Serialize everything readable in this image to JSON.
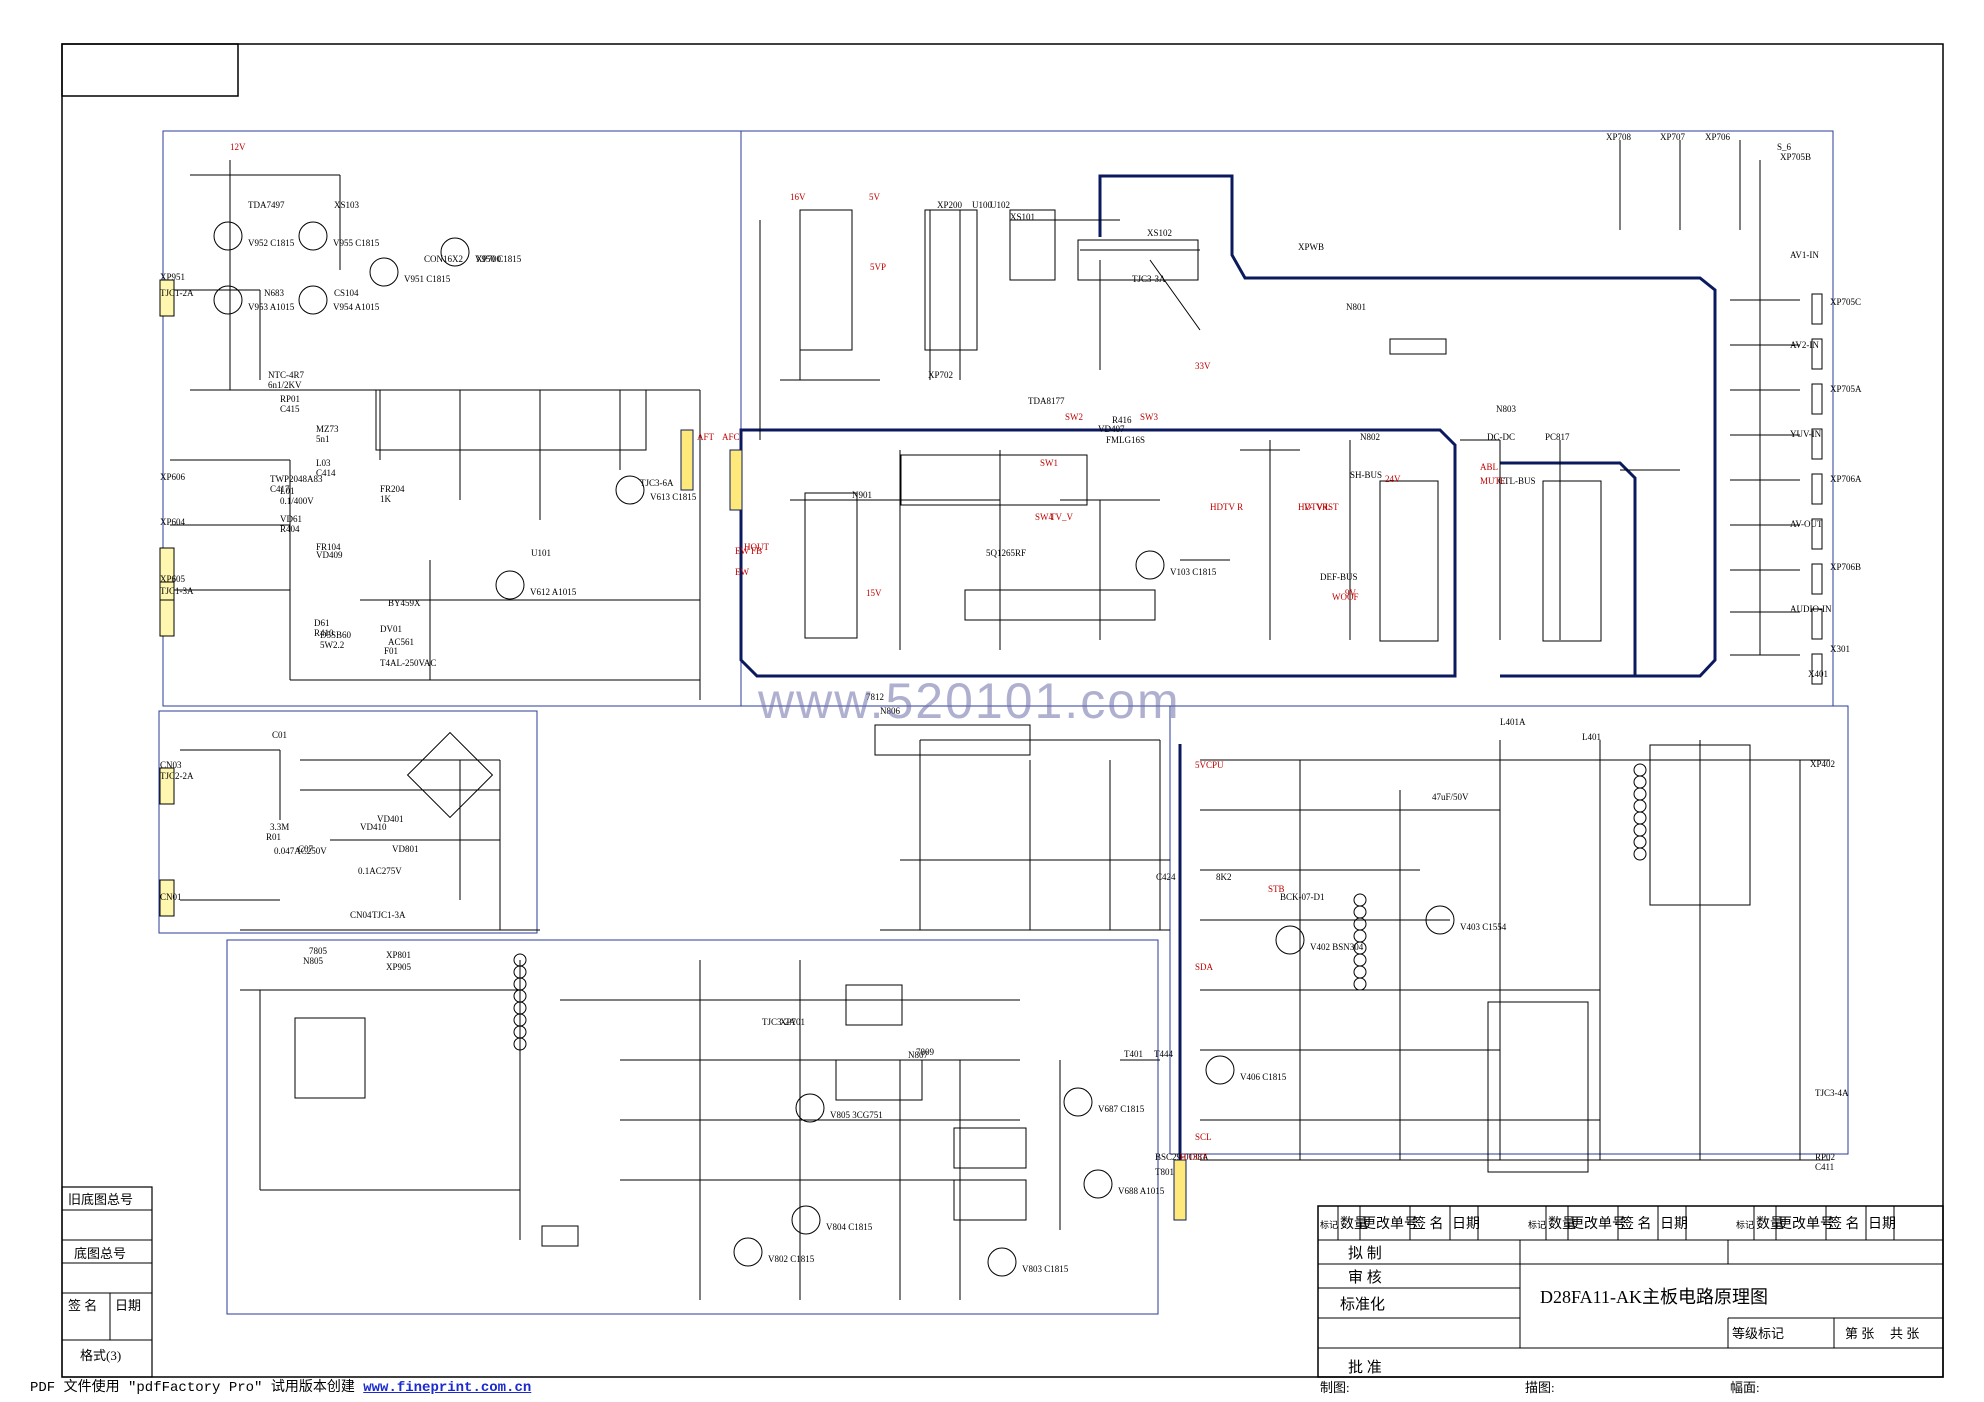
{
  "title_block": {
    "drawing_title": "D28FA11-AK主板电路原理图",
    "revision_headers": [
      "标记",
      "数量",
      "更改单号",
      "签 名",
      "日期"
    ],
    "rows": [
      "拟 制",
      "审 核",
      "标准化",
      "批 准"
    ],
    "grade_headers": [
      "等级标记",
      "第 张",
      "共 张"
    ],
    "bottom": [
      "制图:",
      "描图:",
      "幅面:"
    ]
  },
  "left_block": {
    "old_no": "旧底图总号",
    "base_no": "底图总号",
    "sign": "签 名",
    "date": "日期",
    "format": "格式(3)"
  },
  "watermark": "www.520101.com",
  "footer": {
    "prefix": "PDF 文件使用 \"pdfFactory Pro\" 试用版本创建 ",
    "link": "www.fineprint.com.cn"
  },
  "components": {
    "ics": [
      "TDA7497",
      "N683",
      "XS103",
      "CS104",
      "CON16X2",
      "XP700",
      "TJC3-6A",
      "U101",
      "XP200",
      "U100",
      "XP702",
      "U102",
      "XS101",
      "XS102",
      "XPWB",
      "TJC3-3A",
      "N801",
      "TDA8177",
      "N901",
      "5Q1265RF",
      "N802",
      "PC817",
      "N803",
      "DC-DC",
      "N805",
      "7805",
      "N806",
      "7812",
      "N807",
      "7809",
      "T401",
      "T444",
      "BSC29-0138A",
      "T801",
      "BCK-07-D1"
    ],
    "connectors": [
      "XP951",
      "TJC1-2A",
      "XP606",
      "XP604",
      "XP605",
      "TJC1-3A",
      "CN03",
      "TJC2-2A",
      "CN01",
      "CN04",
      "TJC1-3A",
      "XP801",
      "XP905",
      "TJC3-2A",
      "XP701",
      "XP708",
      "XP707",
      "XP706",
      "S_6",
      "XP705B",
      "AV1-IN",
      "XP705C",
      "AV2-IN",
      "XP705A",
      "YUV-IN",
      "XP706A",
      "AV-OUT",
      "XP706B",
      "AUDIO-IN",
      "X301",
      "X401",
      "XP402",
      "TJC3-4A"
    ],
    "transistors": [
      "V952 C1815",
      "V953 A1015",
      "V955 C1815",
      "V954 A1015",
      "V951 C1815",
      "V950 C1815",
      "V613 C1815",
      "V612 A1015",
      "V103 C1815",
      "V402 BSN304",
      "V403 C1554",
      "V406 C1815",
      "V805 3CG751",
      "V804 C1815",
      "V802 C1815",
      "V803 C1815",
      "V687 C1815",
      "V688 A1015"
    ],
    "nets": [
      "12V",
      "16V",
      "5V",
      "5VP",
      "33V",
      "15V",
      "24V",
      "9V",
      "5VCPU",
      "STB",
      "SDA",
      "SCL",
      "AFC",
      "AFT",
      "HOUT",
      "H OUT",
      "EW FB",
      "EW",
      "ABL",
      "MUTE",
      "CTL-BUS",
      "SH-BUS",
      "DEF-BUS",
      "WOOF",
      "HDTV R",
      "HDTV L",
      "V-",
      "V+",
      "RST",
      "SW1",
      "SW2",
      "SW3",
      "SW4",
      "TV_V"
    ],
    "misc": [
      "RP02",
      "NTC-4R7",
      "RP01",
      "MZ73",
      "L03",
      "TWP2048A83",
      "L01",
      "VD61",
      "FR204",
      "D61",
      "D5SB60",
      "DV01",
      "AC561",
      "F01",
      "T4AL-250VAC",
      "C01",
      "0.1AC275V",
      "C07",
      "0.047AC250V",
      "R01",
      "3.3M",
      "VD801",
      "VD401",
      "VD410",
      "FR104",
      "VD409",
      "BY459X",
      "VD407",
      "FMLG16S",
      "R416",
      "8K2",
      "C424",
      "47uF/50V",
      "L401",
      "L401A",
      "C411",
      "6n1/2KV",
      "C415",
      "5n1",
      "C414",
      "C417",
      "0.1/400V",
      "R404",
      "1K",
      "R410",
      "5W2.2"
    ]
  }
}
